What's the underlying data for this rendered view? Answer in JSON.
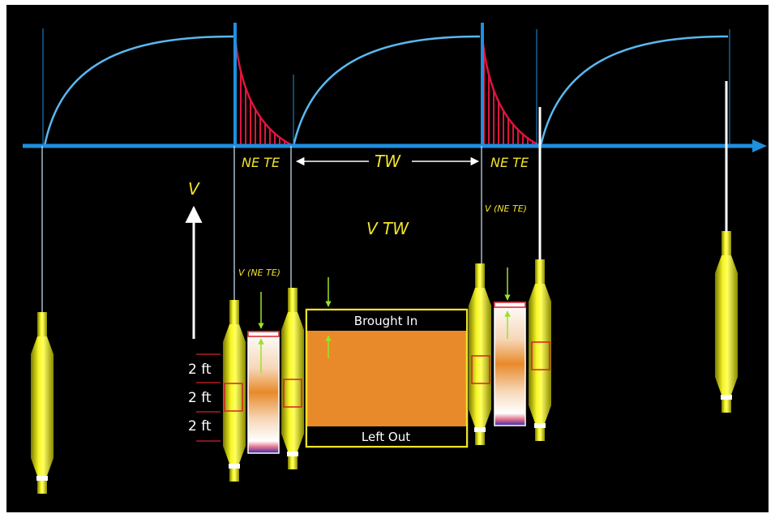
{
  "labels": {
    "ne_te_1": "NE  TE",
    "ne_te_2": "NE  TE",
    "tw": "TW",
    "v": "V",
    "v_tw": "V TW",
    "v_ne_te_1": "V (NE  TE)",
    "v_ne_te_2": "V (NE  TE)",
    "ft_1": "2  ft",
    "ft_2": "2  ft",
    "ft_3": "2  ft",
    "brought_in": "Brought In",
    "left_out": "Left Out"
  },
  "colors": {
    "background": "#000000",
    "frame": "#ffffff",
    "axis": "#1f8fe0",
    "recovery_curve": "#5ab8f0",
    "decay": "#e0143c",
    "tool": "#ecec18",
    "label_yellow": "#f2e32a",
    "volume": "#e88a2a",
    "arrow_green": "#9ae22a",
    "box_red": "#d6202a"
  },
  "icons": {
    "axis_arrow": "arrow-right-icon",
    "velocity_arrow": "arrow-up-icon",
    "tw_arrows": "double-arrow-icon"
  }
}
